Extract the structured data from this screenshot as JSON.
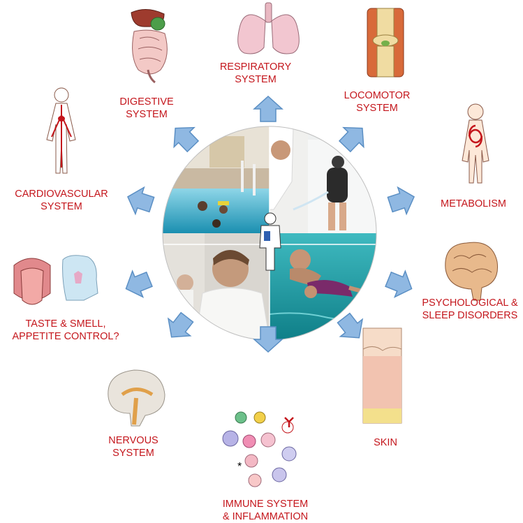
{
  "center": {
    "photos": [
      "pool-exercise-photo",
      "shower-therapy-photo",
      "bath-relaxation-photo",
      "floating-pool-photo"
    ]
  },
  "systems": [
    {
      "id": "respiratory",
      "lines": [
        "RESPIRATORY",
        "SYSTEM"
      ],
      "icon": "lungs-icon"
    },
    {
      "id": "digestive",
      "lines": [
        "DIGESTIVE",
        "SYSTEM"
      ],
      "icon": "digestive-organs-icon"
    },
    {
      "id": "locomotor",
      "lines": [
        "LOCOMOTOR",
        "SYSTEM"
      ],
      "icon": "knee-joint-icon"
    },
    {
      "id": "cardiovascular",
      "lines": [
        "CARDIOVASCULAR",
        "SYSTEM"
      ],
      "icon": "circulatory-body-icon"
    },
    {
      "id": "metabolism",
      "lines": [
        "METABOLISM"
      ],
      "icon": "metabolism-body-icon"
    },
    {
      "id": "taste",
      "lines": [
        "TASTE & SMELL,",
        "APPETITE CONTROL?"
      ],
      "icon": "tongue-nose-icon"
    },
    {
      "id": "psych",
      "lines": [
        "PSYCHOLOGICAL &",
        "SLEEP DISORDERS"
      ],
      "icon": "brain-icon"
    },
    {
      "id": "nervous",
      "lines": [
        "NERVOUS",
        "SYSTEM"
      ],
      "icon": "brain-section-icon"
    },
    {
      "id": "immune",
      "lines": [
        "IMMUNE SYSTEM",
        "& INFLAMMATION"
      ],
      "icon": "immune-cells-icon"
    },
    {
      "id": "skin",
      "lines": [
        "SKIN"
      ],
      "icon": "skin-layers-icon"
    }
  ],
  "colors": {
    "label": "#c4161c",
    "arrow": "#8fb8e2",
    "arrow_stroke": "#5b8fc4"
  }
}
